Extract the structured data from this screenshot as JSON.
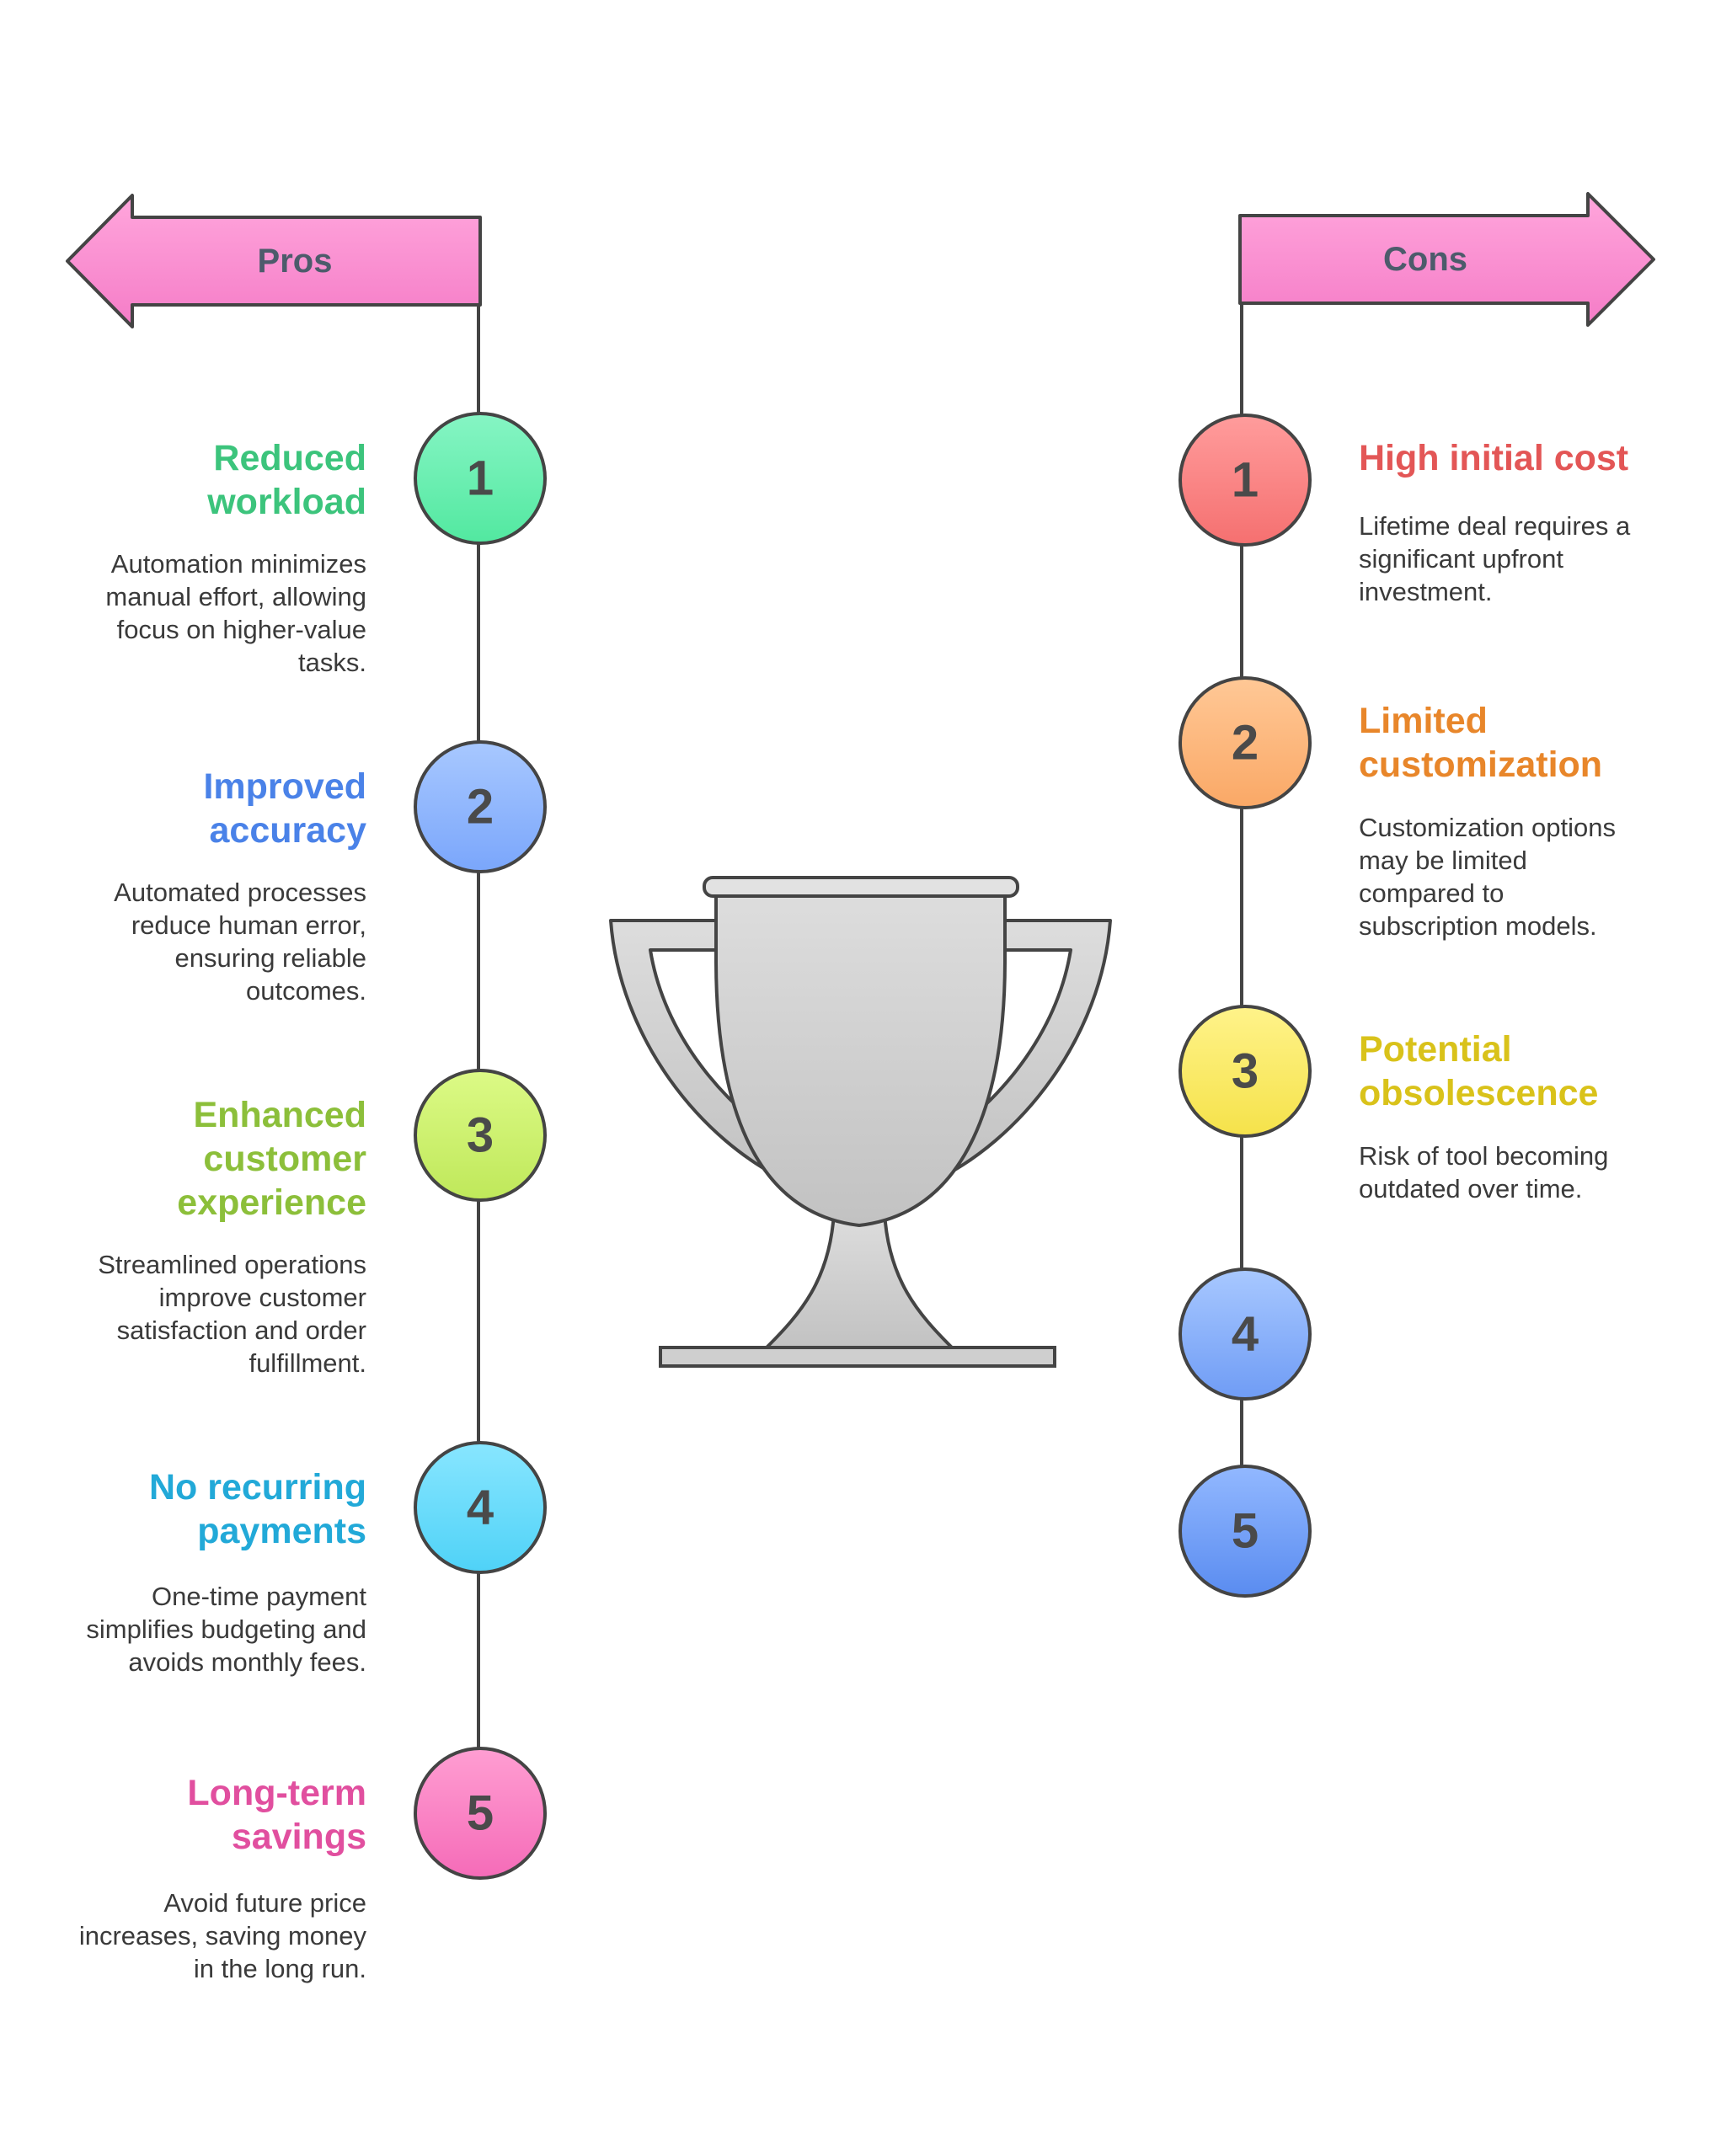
{
  "pros": {
    "header": "Pros",
    "items": [
      {
        "num": "1",
        "title": "Reduced\nworkload",
        "desc": "Automation minimizes\nmanual effort, allowing\nfocus on higher-value\ntasks.",
        "color": "#3cc47c",
        "fill_top": "#86f5c4",
        "fill_bottom": "#52e8a0"
      },
      {
        "num": "2",
        "title": "Improved\naccuracy",
        "desc": "Automated processes\nreduce human error,\nensuring reliable\noutcomes.",
        "color": "#4a82e8",
        "fill_top": "#a8c8ff",
        "fill_bottom": "#7aa6fb"
      },
      {
        "num": "3",
        "title": "Enhanced\ncustomer\nexperience",
        "desc": "Streamlined operations\nimprove customer\nsatisfaction and order\nfulfillment.",
        "color": "#8cbf3a",
        "fill_top": "#dcfa86",
        "fill_bottom": "#bfe85a"
      },
      {
        "num": "4",
        "title": "No recurring\npayments",
        "desc": "One-time payment\nsimplifies budgeting and\navoids monthly fees.",
        "color": "#22a9d8",
        "fill_top": "#88e6ff",
        "fill_bottom": "#4fd2f7"
      },
      {
        "num": "5",
        "title": "Long-term\nsavings",
        "desc": "Avoid future price\nincreases, saving money\nin the long run.",
        "color": "#e14f9f",
        "fill_top": "#ff9ed2",
        "fill_bottom": "#f56bb8"
      }
    ]
  },
  "cons": {
    "header": "Cons",
    "items": [
      {
        "num": "1",
        "title": "High initial cost",
        "desc": "Lifetime deal requires a\nsignificant upfront\ninvestment.",
        "color": "#e35656",
        "fill_top": "#ff9c9c",
        "fill_bottom": "#f57070"
      },
      {
        "num": "2",
        "title": "Limited\ncustomization",
        "desc": "Customization options\nmay be limited\ncompared to\nsubscription models.",
        "color": "#e8862a",
        "fill_top": "#ffc896",
        "fill_bottom": "#faa866"
      },
      {
        "num": "3",
        "title": "Potential\nobsolescence",
        "desc": "Risk of tool becoming\noutdated over time.",
        "color": "#d9c21a",
        "fill_top": "#fff38a",
        "fill_bottom": "#f5e24a"
      },
      {
        "num": "4",
        "title": "",
        "desc": "",
        "color": "#4a82e8",
        "fill_top": "#a8c8ff",
        "fill_bottom": "#6f9cf5"
      },
      {
        "num": "5",
        "title": "",
        "desc": "",
        "color": "#3b76e3",
        "fill_top": "#92b8ff",
        "fill_bottom": "#5a8cf0"
      }
    ]
  },
  "colors": {
    "arrow_top": "#ffa6dc",
    "arrow_bottom": "#f57cc7",
    "header_text": "#4d5b6b",
    "line": "#444444",
    "number_text": "#4a4a4a",
    "trophy_light": "#dddddd",
    "trophy_dark": "#c2c2c2"
  },
  "icons": {
    "pros_arrow": "left-arrow-icon",
    "cons_arrow": "right-arrow-icon",
    "center": "trophy-icon"
  }
}
